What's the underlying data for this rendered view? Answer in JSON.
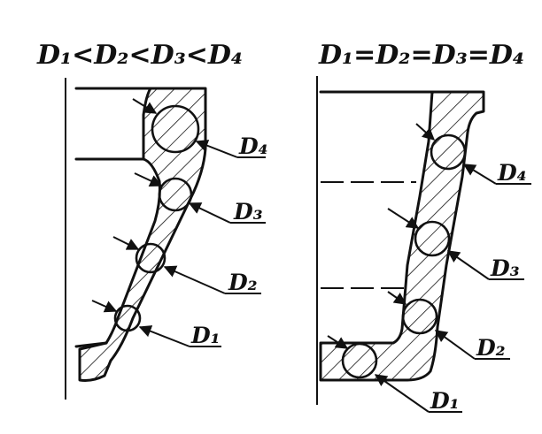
{
  "left_panel": {
    "title": "D₁<D₂<D₃<D₄",
    "labels": [
      "D₄",
      "D₃",
      "D₂",
      "D₁"
    ]
  },
  "right_panel": {
    "title": "D₁=D₂=D₃=D₄",
    "labels": [
      "D₄",
      "D₃",
      "D₂",
      "D₁"
    ]
  }
}
